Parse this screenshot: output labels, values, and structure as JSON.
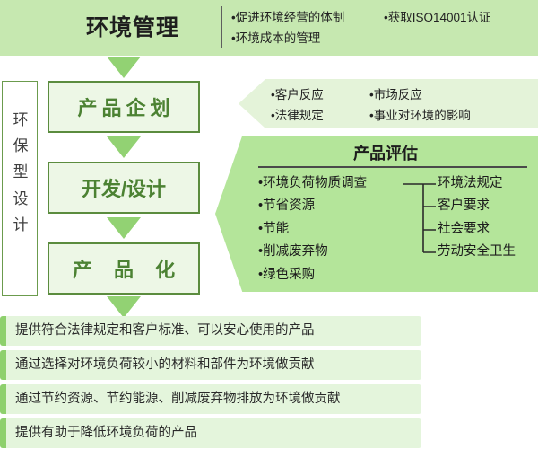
{
  "header": {
    "title": "环境管理",
    "items": [
      "•促进环境经营的体制",
      "•获取ISO14001认证",
      "•环境成本的管理"
    ]
  },
  "left_label": {
    "text": "环保型设计"
  },
  "flow": {
    "steps": [
      {
        "label": "产品企划"
      },
      {
        "label": "开发/设计"
      },
      {
        "label": "产 品 化"
      }
    ]
  },
  "callout_top": {
    "items": [
      "•客户反应",
      "•市场反应",
      "•法律规定",
      "•事业对环境的影响"
    ]
  },
  "panel_eval": {
    "title": "产品评估",
    "left_items": [
      "•环境负荷物质调查",
      "•节省资源",
      "•节能",
      "•削减废弃物",
      "•绿色采购"
    ],
    "right_items": [
      "环境法规定",
      "客户要求",
      "社会要求",
      "劳动安全卫生"
    ]
  },
  "outcomes": {
    "bars": [
      "提供符合法律规定和客户标准、可以安心使用的产品",
      "通过选择对环境负荷较小的材料和部件为环境做贡献",
      "通过节约资源、节约能源、削减废弃物排放为环境做贡献",
      "提供有助于降低环境负荷的产品"
    ]
  },
  "colors": {
    "header_band": "#c6e8b0",
    "panel_eval": "#b4e59a",
    "callout_top": "#e4f3d9",
    "flow_box_fill": "#edf7e6",
    "flow_box_border": "#5b8c3e",
    "flow_box_text": "#4c8233",
    "arrow": "#92d273",
    "outcome_bar": "#e4f5dc",
    "outcome_accent": "#8ed06d"
  }
}
